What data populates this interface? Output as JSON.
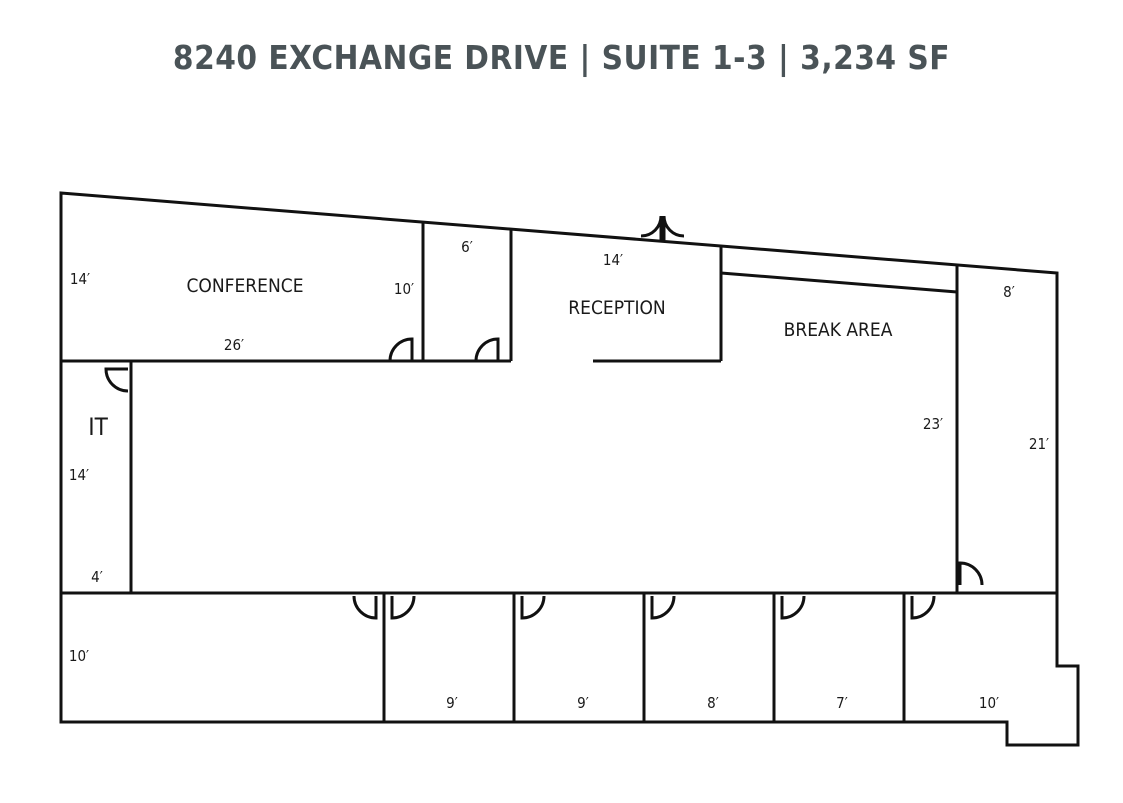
{
  "title": "8240 EXCHANGE DRIVE | SUITE 1-3 | 3,234 SF",
  "colors": {
    "title": "#4a5357",
    "walls": "#111111",
    "background": "#ffffff"
  },
  "rooms": {
    "conference": "CONFERENCE",
    "reception": "RECEPTION",
    "break_area": "BREAK AREA",
    "it": "IT"
  },
  "dimensions": {
    "conference_height": "14′",
    "conference_width": "26′",
    "conference_side": "10′",
    "closet_width": "6′",
    "reception_width": "14′",
    "corner_office_width": "8′",
    "break_area_height": "23′",
    "corner_office_height": "21′",
    "it_height": "14′",
    "it_width": "4′",
    "bottom_left_height": "10′",
    "office_1_width": "9′",
    "office_2_width": "9′",
    "office_3_width": "8′",
    "office_4_width": "7′",
    "office_5_width": "10′"
  }
}
